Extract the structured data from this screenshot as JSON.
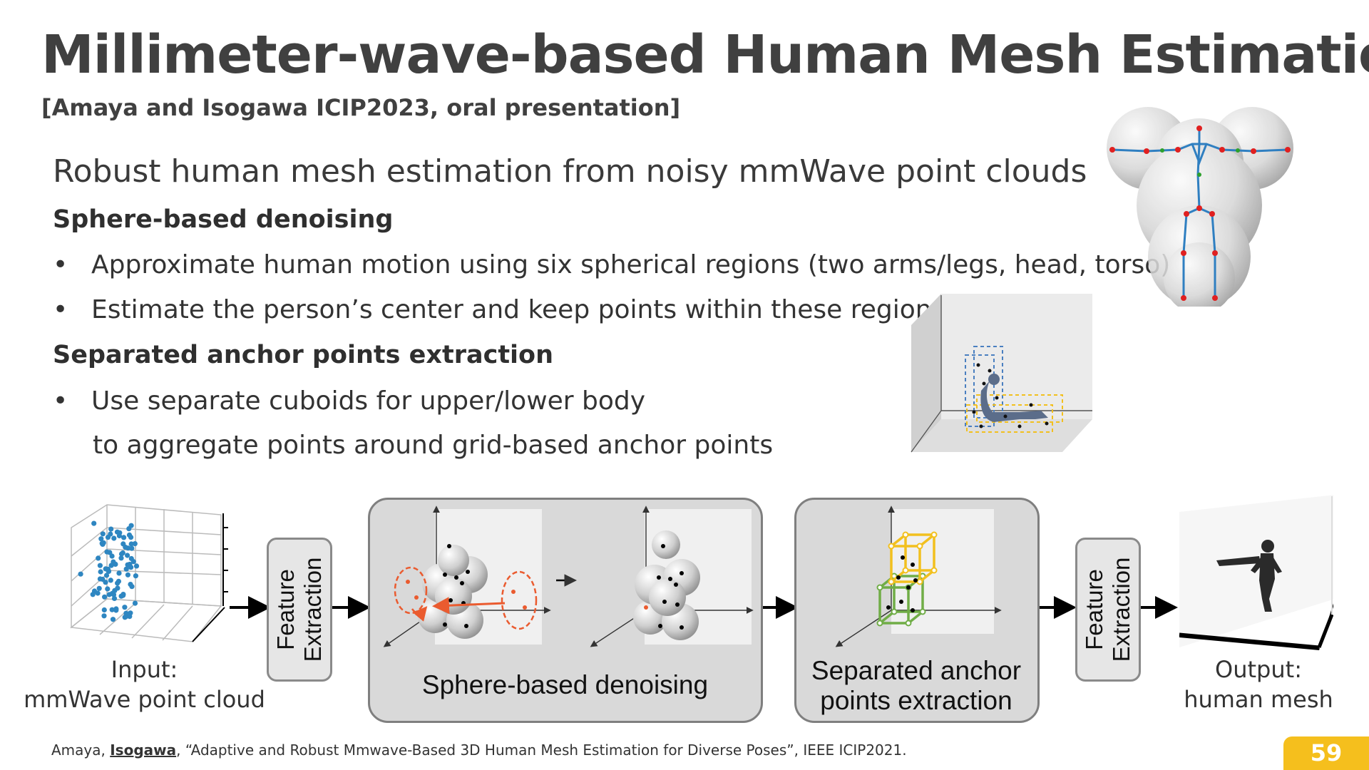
{
  "slide": {
    "title": "Millimeter-wave-based Human Mesh Estimation",
    "subtitle": "[Amaya and Isogawa ICIP2023, oral presentation]",
    "lead": "Robust human mesh estimation from noisy mmWave point clouds",
    "sections": [
      {
        "heading": "Sphere-based denoising",
        "bullets": [
          "Approximate human motion using six spherical regions (two arms/legs, head, torso)",
          "Estimate the person’s center and keep points within these regions"
        ]
      },
      {
        "heading": "Separated anchor points extraction",
        "bullets": [
          "Use separate cuboids for upper/lower body"
        ],
        "continuation": "to aggregate points around grid-based anchor points"
      }
    ],
    "bullet_symbol": "•",
    "page_number": "59"
  },
  "pipeline": {
    "input_label": [
      "Input:",
      "mmWave point cloud"
    ],
    "feature_extraction_1": [
      "Feature",
      "Extraction"
    ],
    "stage1_label": "Sphere-based denoising",
    "stage2_label": [
      "Separated anchor",
      "points extraction"
    ],
    "feature_extraction_2": [
      "Feature",
      "Extraction"
    ],
    "output_label": [
      "Output:",
      "human mesh"
    ]
  },
  "footnote": {
    "prefix": "Amaya, ",
    "author": "Isogawa",
    "suffix": ", “Adaptive and Robust Mmwave-Based 3D Human Mesh Estimation for Diverse Poses”, IEEE ICIP2021."
  },
  "colors": {
    "title": "#404040",
    "accent_yellow": "#f5bf1d",
    "point_blue": "#2e86c1",
    "noise_orange": "#ea5b2f",
    "cuboid_yellow": "#f2c01e",
    "cuboid_green": "#70ad47",
    "skeleton_blue": "#2f7fc1",
    "joint_red": "#e02020"
  }
}
